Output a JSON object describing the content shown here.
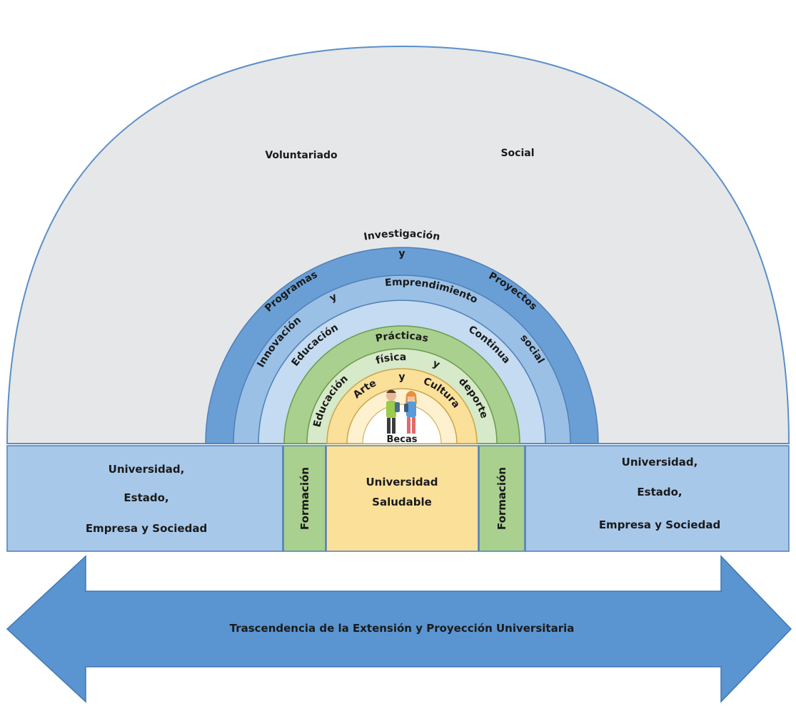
{
  "colors": {
    "outer_dome": "#e6e7e9",
    "dark_blue": "#6a9fd6",
    "mid_blue": "#9ac0e6",
    "light_blue": "#c4dbf1",
    "pale_blue": "#dbe9f6",
    "green": "#a9d08e",
    "light_green": "#d6e9c8",
    "yellow": "#fbe09a",
    "pale_yellow": "#fdf1cf",
    "arrow": "#5a95d1",
    "side_box": "#a8c8ea",
    "center_box": "#fbe09a"
  },
  "dome": {
    "word_1": "Voluntariado",
    "word_2": "Social"
  },
  "arcs": {
    "research": "Investigación",
    "programs": "Programas",
    "programs_and": "y",
    "projects": "Proyectos",
    "innovation": "Innovación",
    "innovation_and": "y",
    "entrepreneurship": "Emprendimiento",
    "social": "social",
    "education": "Educación",
    "continuing": "Continua",
    "practices": "Prácticas",
    "physical": "física",
    "physical_and": "y",
    "physical_education": "Educación",
    "art": "Arte",
    "art_and": "y",
    "culture": "Cultura",
    "sport": "deporte",
    "scholarships": "Becas"
  },
  "boxes": {
    "left_line1": "Universidad,",
    "left_line2": "Estado,",
    "left_line3": "Empresa y Sociedad",
    "right_line1": "Universidad,",
    "right_line2": "Estado,",
    "right_line3": "Empresa y Sociedad",
    "formation_left": "Formación",
    "formation_right": "Formación",
    "center_line1": "Universidad",
    "center_line2": "Saludable"
  },
  "arrow": {
    "label": "Trascendencia de la Extensión y Proyección Universitaria"
  }
}
